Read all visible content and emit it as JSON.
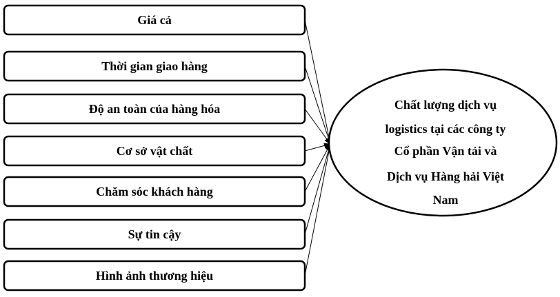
{
  "factors": [
    "Giá  cả",
    "Thời gian giao hàng",
    "Độ an toàn của hàng hóa",
    "Cơ sở vật chất",
    "Chăm sóc khách hàng",
    "Sự tin cậy",
    "Hình ảnh thương hiệu"
  ],
  "target": {
    "lines": [
      "Chất lượng dịch vụ",
      "logistics tại các công ty",
      "Cổ phần Vận tải và",
      "Dịch vụ Hàng hải Việt",
      "Nam"
    ]
  },
  "colors": {
    "stroke": "#000000",
    "fill": "#ffffff"
  }
}
